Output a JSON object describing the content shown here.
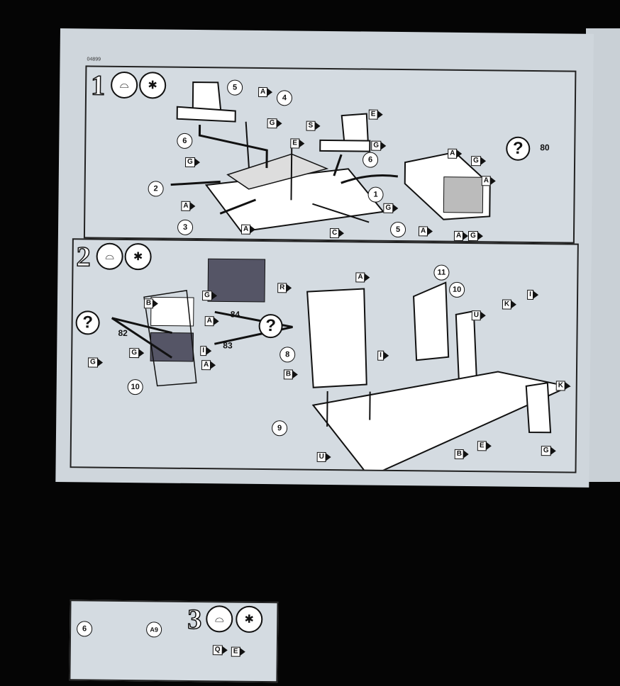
{
  "page_code": "04899",
  "step1": {
    "number": "1",
    "callouts": [
      "5",
      "6",
      "4",
      "6",
      "2",
      "3",
      "1",
      "5"
    ],
    "flags": [
      "A",
      "A",
      "G",
      "E",
      "S",
      "E",
      "G",
      "G",
      "A",
      "A",
      "G",
      "C",
      "A",
      "G",
      "A",
      "A",
      "G"
    ],
    "question_ref": "80",
    "icons": [
      "glue-icon",
      "paint-icon"
    ]
  },
  "step2": {
    "number": "2",
    "callouts": [
      "11",
      "10",
      "8",
      "9",
      "10"
    ],
    "flags": [
      "G",
      "B",
      "A",
      "G",
      "I",
      "A",
      "G",
      "A",
      "R",
      "B",
      "I",
      "K",
      "I",
      "U",
      "K",
      "E",
      "G",
      "B",
      "U"
    ],
    "question_refs": [
      "82",
      "83",
      "84"
    ],
    "icons": [
      "glue-icon",
      "decal-icon"
    ]
  },
  "step3": {
    "number": "3",
    "callouts": [
      "6"
    ],
    "part_labels": [
      "A9"
    ],
    "flags": [
      "Q",
      "E"
    ],
    "icons": [
      "glue-icon",
      "paint-icon"
    ]
  }
}
